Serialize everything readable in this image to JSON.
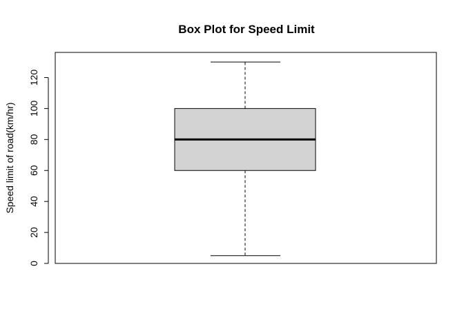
{
  "chart_data": {
    "type": "box",
    "title": "Box Plot for Speed Limit",
    "xlabel": "",
    "ylabel": "Speed limit of road(km/hr)",
    "ylim": [
      0,
      130
    ],
    "yticks": [
      0,
      20,
      40,
      60,
      80,
      100,
      120
    ],
    "grid": false,
    "box": {
      "min": 5,
      "q1": 60,
      "median": 80,
      "q3": 100,
      "max": 130
    },
    "colors": {
      "box_fill": "#d3d3d3",
      "stroke": "#000000"
    }
  }
}
